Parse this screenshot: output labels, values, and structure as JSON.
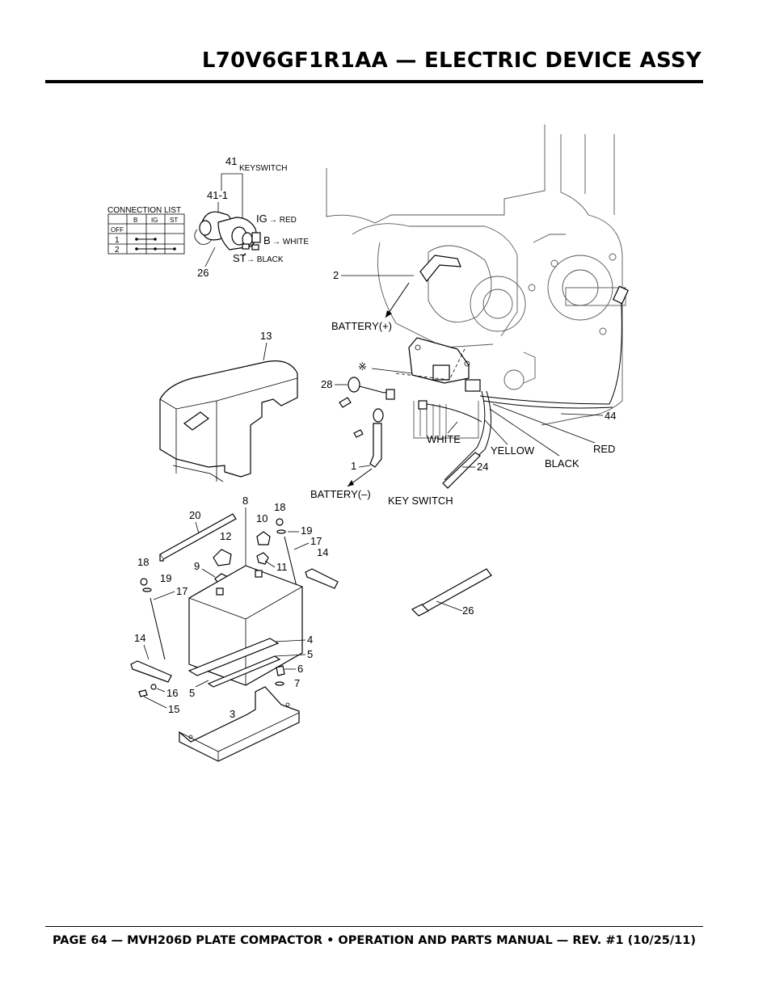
{
  "header": {
    "title": "L70V6GF1R1AA — ELECTRIC  DEVICE ASSY"
  },
  "footer": {
    "text": "PAGE 64 — MVH206D PLATE COMPACTOR • OPERATION AND PARTS MANUAL — REV. #1 (10/25/11)"
  },
  "connection_list": {
    "title": "CONNECTION LIST",
    "columns": [
      "B",
      "IG",
      "ST"
    ],
    "rows": [
      "OFF",
      "1",
      "2"
    ]
  },
  "keyswitch": {
    "label_41": "41",
    "keyswitch": "KEYSWITCH",
    "label_41_1": "41-1",
    "label_26": "26",
    "ig": "IG",
    "ig_wire": "→ RED",
    "b": "B",
    "b_wire": "→ WHITE",
    "st": "ST",
    "st_wire": "→ BLACK"
  },
  "engine": {
    "label_2": "2",
    "battery_pos": "BATTERY(+)",
    "asterisk": "※",
    "label_28": "28",
    "label_1": "1",
    "battery_neg": "BATTERY(–)",
    "white": "WHITE",
    "yellow": "YELLOW",
    "black": "BLACK",
    "red": "RED",
    "label_44": "44",
    "label_24": "24",
    "key_switch": "KEY SWITCH"
  },
  "battery": {
    "l13": "13",
    "l20": "20",
    "l8": "8",
    "l10": "10",
    "l18a": "18",
    "l19a": "19",
    "l17a": "17",
    "l14a": "14",
    "l12": "12",
    "l11": "11",
    "l9": "9",
    "l18b": "18",
    "l19b": "19",
    "l17b": "17",
    "l14b": "14",
    "l4": "4",
    "l5a": "5",
    "l6": "6",
    "l16": "16",
    "l5b": "5",
    "l7": "7",
    "l15": "15",
    "l3": "3"
  },
  "tie": {
    "label_26": "26"
  }
}
